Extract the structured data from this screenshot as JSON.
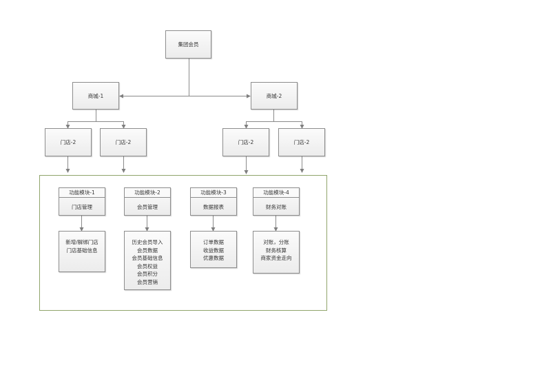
{
  "diagram": {
    "root": {
      "label": "集团会员"
    },
    "malls": [
      {
        "label": "商城-1"
      },
      {
        "label": "商城-2"
      }
    ],
    "stores": [
      {
        "label": "门店-2",
        "parent": "商城-1"
      },
      {
        "label": "门店-2",
        "parent": "商城-1"
      },
      {
        "label": "门店-2",
        "parent": "商城-2"
      },
      {
        "label": "门店-2",
        "parent": "商城-2"
      }
    ],
    "modules": [
      {
        "title": "功能模块-1",
        "name": "门店管理",
        "details": [
          "新增/解绑门店",
          "门店基础信息"
        ]
      },
      {
        "title": "功能模块-2",
        "name": "会员管理",
        "details": [
          "历史会员导入",
          "会员数据",
          "会员基础信息",
          "会员权益",
          "会员积分",
          "会员营销"
        ]
      },
      {
        "title": "功能模块-3",
        "name": "数据报表",
        "details": [
          "订单数据",
          "收益数据",
          "优惠数据"
        ]
      },
      {
        "title": "功能模块-4",
        "name": "财务对账",
        "details": [
          "对账，分账",
          "财务核算",
          "商家资金走向"
        ]
      }
    ],
    "colors": {
      "node_border": "#8c8c8c",
      "connector": "#7f7f7f",
      "container_border": "#8fa46a"
    }
  }
}
